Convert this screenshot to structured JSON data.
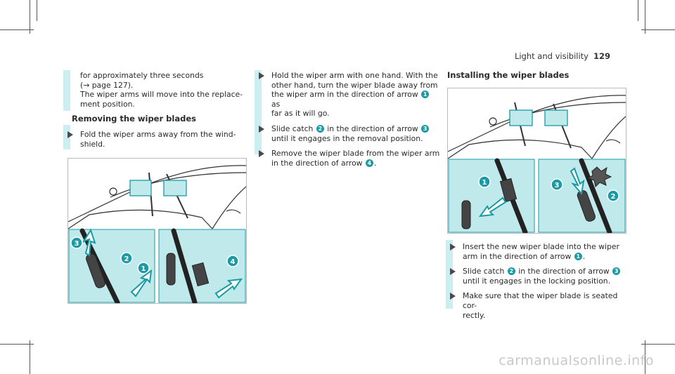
{
  "header": {
    "section": "Light and visibility",
    "page": "129"
  },
  "col1": {
    "intro_lines": [
      "for approximately three seconds",
      "(→ page 127).",
      "The wiper arms will move into the replace-",
      "ment position."
    ],
    "heading": "Removing the wiper blades",
    "step1": [
      "Fold the wiper arms away from the wind-",
      "shield."
    ]
  },
  "col2": {
    "step1": {
      "a": "Hold the wiper arm with one hand. With the",
      "b": "other hand, turn the wiper blade away from",
      "c": "the wiper arm in the direction of arrow",
      "n": "1",
      "d": "as",
      "e": "far as it will go."
    },
    "step2": {
      "a": "Slide catch",
      "n1": "2",
      "b": "in the direction of arrow",
      "n2": "3",
      "c": "until it engages in the removal position."
    },
    "step3": {
      "a": "Remove the wiper blade from the wiper arm",
      "b": "in the direction of arrow",
      "n": "4",
      "c": "."
    }
  },
  "col3": {
    "heading": "Installing the wiper blades",
    "step1": {
      "a": "Insert the new wiper blade into the wiper",
      "b": "arm in the direction of arrow",
      "n": "1",
      "c": "."
    },
    "step2": {
      "a": "Slide catch",
      "n1": "2",
      "b": "in the direction of arrow",
      "n2": "3",
      "c": "until it engages in the locking position."
    },
    "step3": {
      "a": "Make sure that the wiper blade is seated cor-",
      "b": "rectly."
    }
  },
  "figures": {
    "removing": {
      "callouts": [
        "3",
        "2",
        "1",
        "4"
      ]
    },
    "installing": {
      "callouts": [
        "1",
        "3",
        "2"
      ]
    }
  },
  "colors": {
    "accent": "#1a9aa5",
    "panel": "#bfe9ea",
    "bar": "#cdeef0"
  },
  "watermark": "carmanualsonline.info"
}
